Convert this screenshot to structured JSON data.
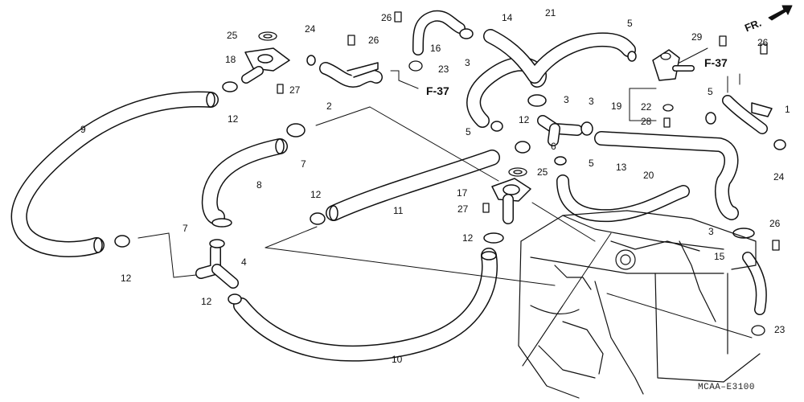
{
  "direction_label": "FR.",
  "figure_code": "MCAA–E3100",
  "references": [
    "F-37",
    "F-37"
  ],
  "part_labels": [
    "1",
    "2",
    "3",
    "3",
    "3",
    "3",
    "4",
    "5",
    "5",
    "5",
    "5",
    "6",
    "7",
    "7",
    "8",
    "9",
    "10",
    "11",
    "12",
    "12",
    "12",
    "12",
    "12",
    "12",
    "13",
    "14",
    "15",
    "16",
    "17",
    "18",
    "19",
    "20",
    "21",
    "22",
    "23",
    "23",
    "24",
    "24",
    "25",
    "25",
    "26",
    "26",
    "26",
    "26",
    "27",
    "27",
    "28",
    "29"
  ]
}
